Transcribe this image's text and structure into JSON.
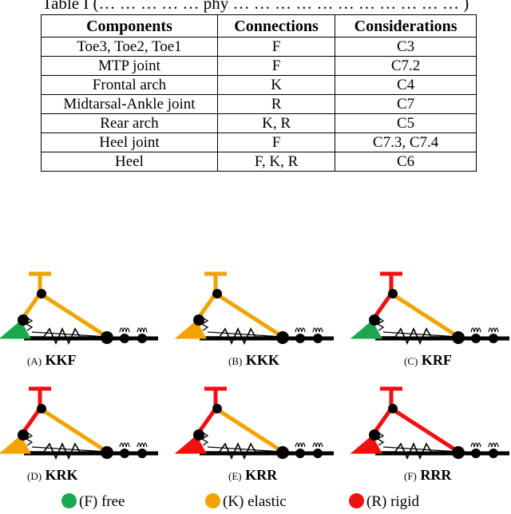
{
  "page_crop_text": "Table I (… … … … … phy … … … … … … … … … … … )",
  "table": {
    "headers": [
      "Components",
      "Connections",
      "Considerations"
    ],
    "rows": [
      [
        "Toe3, Toe2, Toe1",
        "F",
        "C3"
      ],
      [
        "MTP joint",
        "F",
        "C7.2"
      ],
      [
        "Frontal arch",
        "K",
        "C4"
      ],
      [
        "Midtarsal-Ankle joint",
        "R",
        "C7"
      ],
      [
        "Rear arch",
        "K, R",
        "C5"
      ],
      [
        "Heel joint",
        "F",
        "C7.3, C7.4"
      ],
      [
        "Heel",
        "F, K, R",
        "C6"
      ]
    ]
  },
  "colors": {
    "free": "#1aa84f",
    "elastic": "#f2a300",
    "rigid": "#ee1111"
  },
  "panels": [
    {
      "letter": "(A)",
      "name": "KKF",
      "ankle": "elastic",
      "rear": "elastic",
      "front": "elastic",
      "heel": "free"
    },
    {
      "letter": "(B)",
      "name": "KKK",
      "ankle": "elastic",
      "rear": "elastic",
      "front": "elastic",
      "heel": "elastic"
    },
    {
      "letter": "(C)",
      "name": "KRF",
      "ankle": "rigid",
      "rear": "rigid",
      "front": "elastic",
      "heel": "free"
    },
    {
      "letter": "(D)",
      "name": "KRK",
      "ankle": "rigid",
      "rear": "rigid",
      "front": "elastic",
      "heel": "elastic"
    },
    {
      "letter": "(E)",
      "name": "KRR",
      "ankle": "rigid",
      "rear": "rigid",
      "front": "elastic",
      "heel": "rigid"
    },
    {
      "letter": "(F)",
      "name": "RRR",
      "ankle": "rigid",
      "rear": "rigid",
      "front": "rigid",
      "heel": "rigid"
    }
  ],
  "legend": [
    {
      "key": "free",
      "label": "(F) free"
    },
    {
      "key": "elastic",
      "label": "(K) elastic"
    },
    {
      "key": "rigid",
      "label": "(R) rigid"
    }
  ]
}
